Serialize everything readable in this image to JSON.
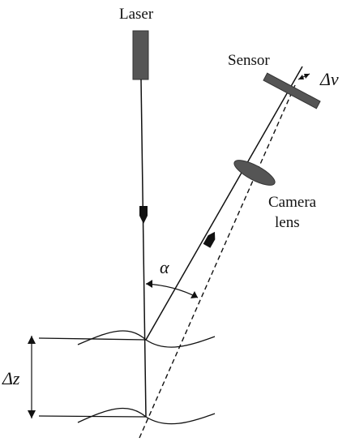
{
  "labels": {
    "laser": "Laser",
    "sensor": "Sensor",
    "camera_lens_line1": "Camera",
    "camera_lens_line2": "lens",
    "alpha": "α",
    "delta_v": "Δv",
    "delta_z": "Δz"
  },
  "colors": {
    "line": "#111111",
    "component": "#555555",
    "background": "#ffffff"
  }
}
